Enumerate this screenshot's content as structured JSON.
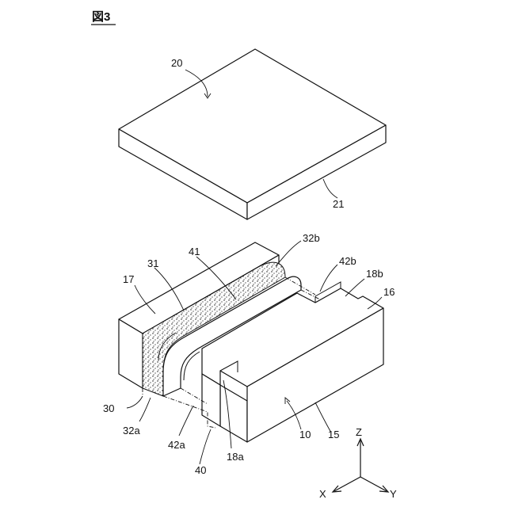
{
  "figure": {
    "title": "図3"
  },
  "labels": {
    "plate": "20",
    "plate_edge": "21",
    "left_block": "17",
    "band_a": "31",
    "band_b": "41",
    "band_a_end_b": "32b",
    "band_b_end_b": "42b",
    "notch_b": "18b",
    "body_side": "16",
    "body": "10",
    "body_face": "15",
    "band_a_unit": "30",
    "band_a_end_a": "32a",
    "band_b_end_a": "42a",
    "band_b_unit": "40",
    "notch_a": "18a"
  },
  "axes": {
    "z": "Z",
    "x": "X",
    "y": "Y"
  }
}
